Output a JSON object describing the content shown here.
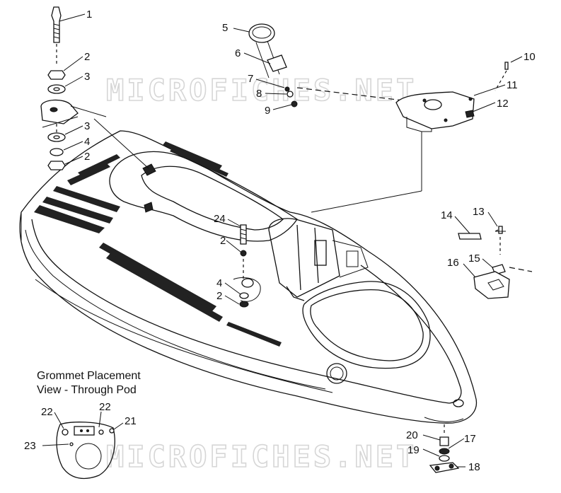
{
  "watermark": {
    "top": "MICROFICHES.NET",
    "bottom": "MICROFICHES.NET"
  },
  "caption": {
    "line1": "Grommet Placement",
    "line2": "View - Through Pod"
  },
  "callouts": {
    "c1": "1",
    "c2a": "2",
    "c3a": "3",
    "c3b": "3",
    "c4a": "4",
    "c2b": "2",
    "c5": "5",
    "c6": "6",
    "c7": "7",
    "c8": "8",
    "c9": "9",
    "c10": "10",
    "c11": "11",
    "c12": "12",
    "c13": "13",
    "c14": "14",
    "c15": "15",
    "c16": "16",
    "c24": "24",
    "c2c": "2",
    "c4b": "4",
    "c2d": "2",
    "c20": "20",
    "c17": "17",
    "c19": "19",
    "c18": "18",
    "c22a": "22",
    "c22b": "22",
    "c21": "21",
    "c23": "23"
  }
}
